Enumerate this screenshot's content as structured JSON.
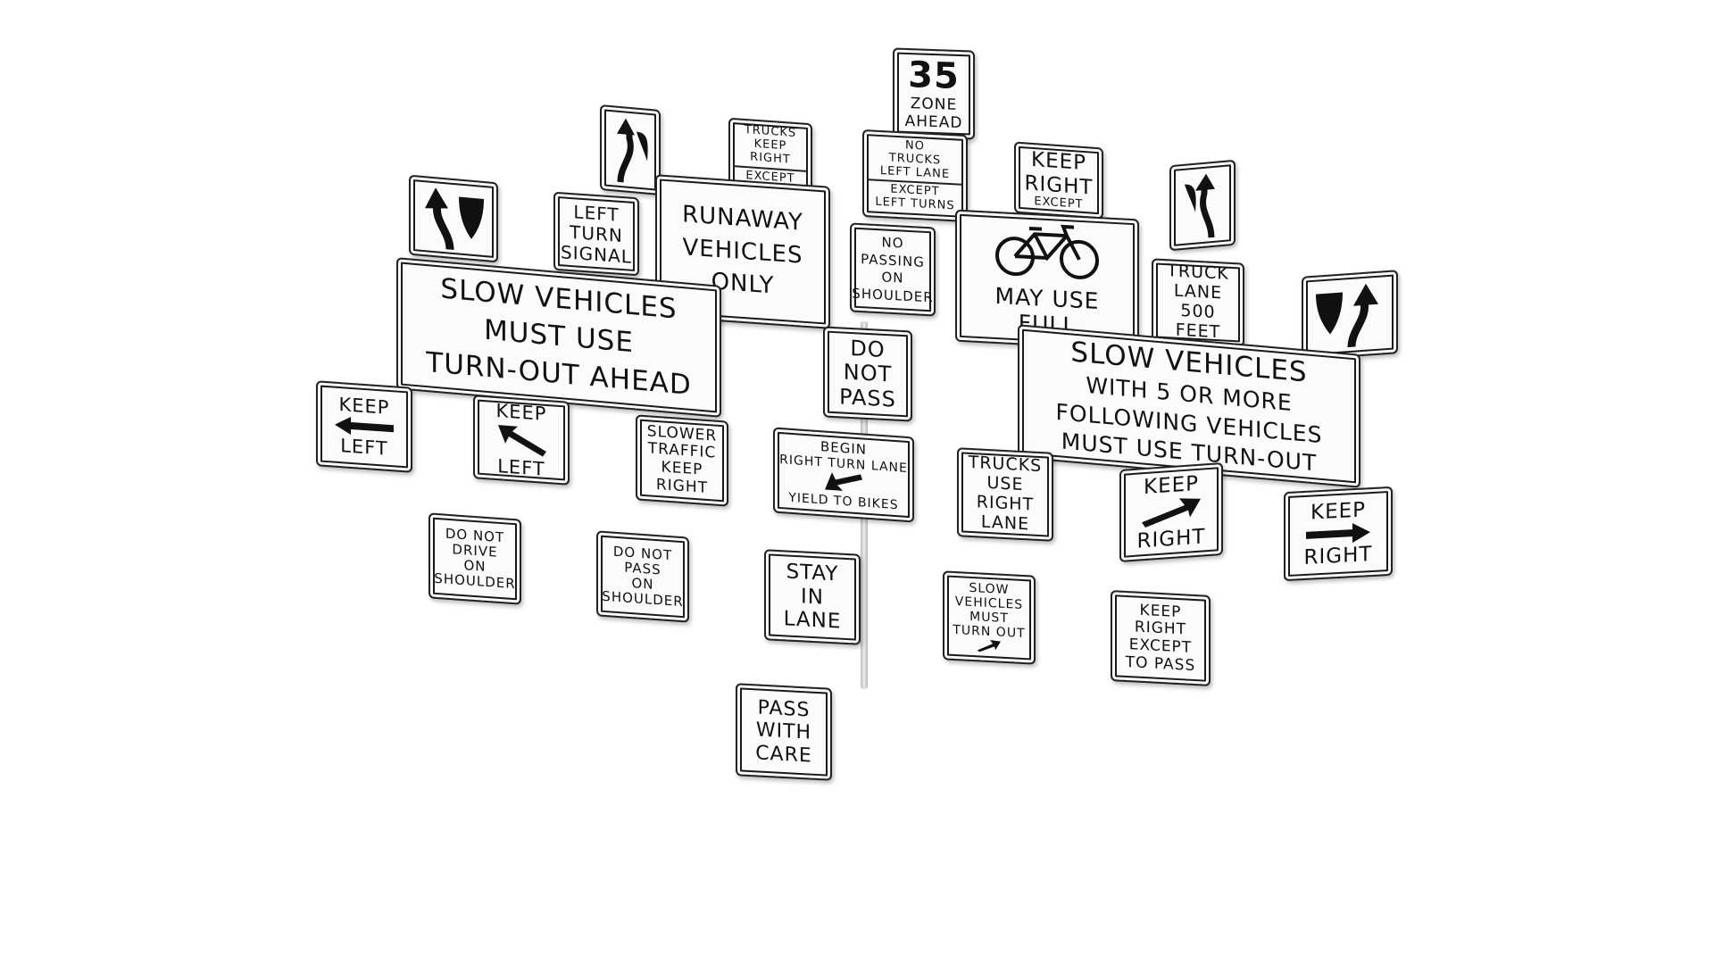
{
  "signs": {
    "speed_zone": {
      "number": "35",
      "l1": "ZONE",
      "l2": "AHEAD"
    },
    "trucks_keep_right": {
      "l1": "TRUCKS",
      "l2": "KEEP",
      "l3": "RIGHT",
      "l4": "EXCEPT"
    },
    "no_trucks_left_lane": {
      "l1": "NO",
      "l2": "TRUCKS",
      "l3": "LEFT LANE",
      "l4": "EXCEPT",
      "l5": "LEFT TURNS"
    },
    "keep_right_except": {
      "l1": "KEEP",
      "l2": "RIGHT",
      "l3": "EXCEPT"
    },
    "left_turn_signal": {
      "l1": "LEFT",
      "l2": "TURN",
      "l3": "SIGNAL"
    },
    "runaway_vehicles": {
      "l1": "RUNAWAY",
      "l2": "VEHICLES",
      "l3": "ONLY"
    },
    "no_passing_shoulder": {
      "l1": "NO",
      "l2": "PASSING",
      "l3": "ON",
      "l4": "SHOULDER"
    },
    "bikes_may_use": {
      "l1": "MAY USE",
      "l2": "FULL"
    },
    "truck_lane": {
      "l1": "TRUCK",
      "l2": "LANE",
      "l3": "500",
      "l4": "FEET"
    },
    "slow_turnout_ahead": {
      "l1": "SLOW VEHICLES",
      "l2": "MUST USE",
      "l3": "TURN-OUT AHEAD"
    },
    "do_not_pass": {
      "l1": "DO",
      "l2": "NOT",
      "l3": "PASS"
    },
    "slow_5_or_more": {
      "l1": "SLOW VEHICLES",
      "l2": "WITH 5 OR MORE",
      "l3": "FOLLOWING VEHICLES",
      "l4": "MUST USE TURN-OUT"
    },
    "keep_left_1": {
      "l1": "KEEP",
      "l2": "LEFT"
    },
    "keep_left_2": {
      "l1": "KEEP",
      "l2": "LEFT"
    },
    "slower_traffic": {
      "l1": "SLOWER",
      "l2": "TRAFFIC",
      "l3": "KEEP",
      "l4": "RIGHT"
    },
    "begin_right_turn": {
      "l1": "BEGIN",
      "l2": "RIGHT TURN LANE",
      "l3": "YIELD TO BIKES"
    },
    "trucks_use_right": {
      "l1": "TRUCKS",
      "l2": "USE",
      "l3": "RIGHT",
      "l4": "LANE"
    },
    "keep_right_1": {
      "l1": "KEEP",
      "l2": "RIGHT"
    },
    "keep_right_2": {
      "l1": "KEEP",
      "l2": "RIGHT"
    },
    "do_not_drive_shoulder": {
      "l1": "DO NOT",
      "l2": "DRIVE",
      "l3": "ON",
      "l4": "SHOULDER"
    },
    "do_not_pass_shoulder": {
      "l1": "DO NOT",
      "l2": "PASS",
      "l3": "ON",
      "l4": "SHOULDER"
    },
    "stay_in_lane": {
      "l1": "STAY",
      "l2": "IN",
      "l3": "LANE"
    },
    "slow_must_turn_out": {
      "l1": "SLOW",
      "l2": "VEHICLES",
      "l3": "MUST",
      "l4": "TURN OUT"
    },
    "keep_right_except_pass": {
      "l1": "KEEP",
      "l2": "RIGHT",
      "l3": "EXCEPT",
      "l4": "TO PASS"
    },
    "pass_with_care": {
      "l1": "PASS",
      "l2": "WITH",
      "l3": "CARE"
    }
  },
  "icons": [
    "curve-arrow-left-icon",
    "curve-arrow-right-icon",
    "bicycle-icon",
    "arrow-left-icon",
    "arrow-up-left-icon",
    "arrow-right-icon",
    "arrow-up-right-icon",
    "arrow-down-left-icon"
  ]
}
